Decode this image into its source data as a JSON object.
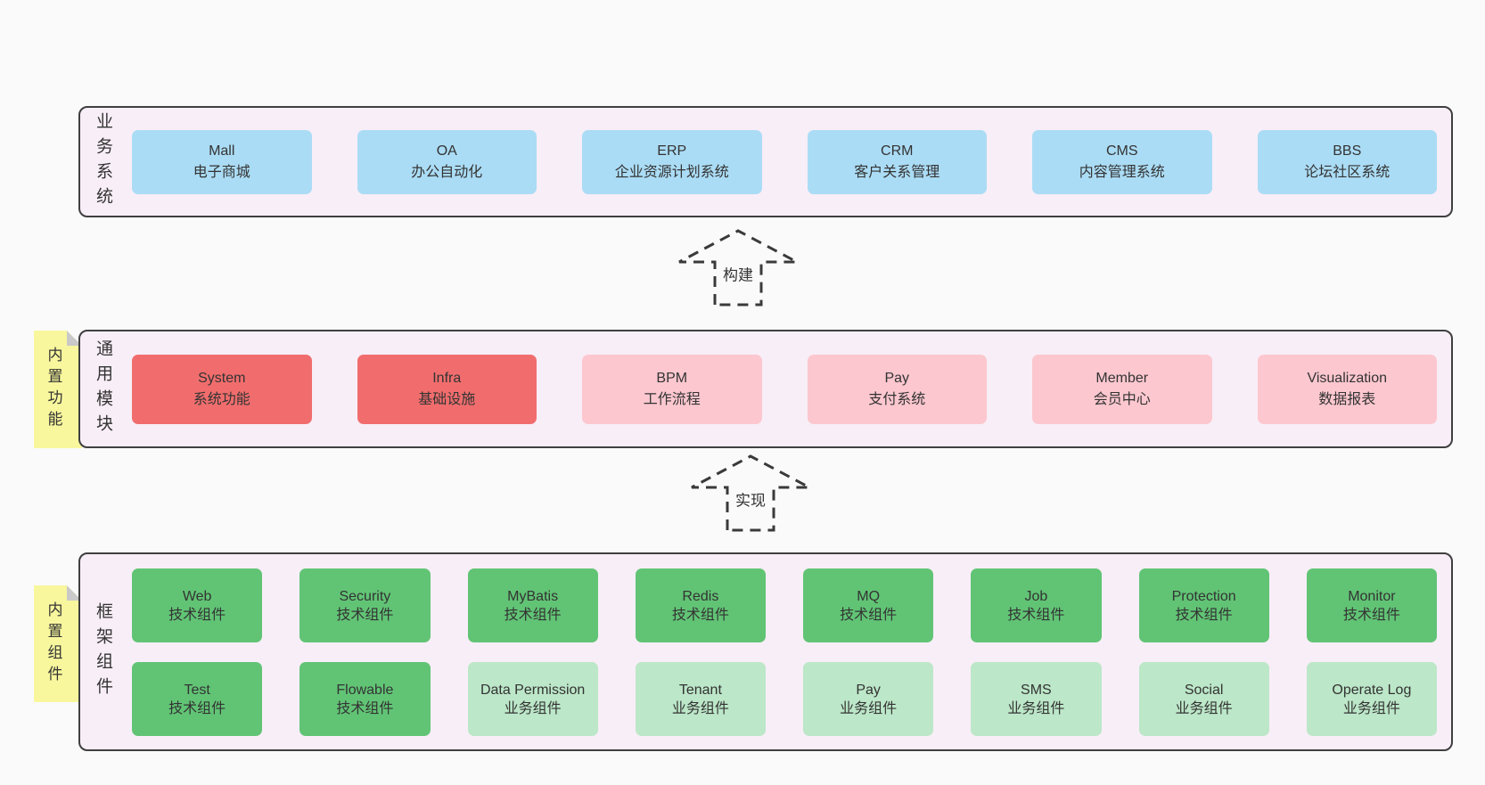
{
  "colors": {
    "page_bg": "#fafafa",
    "panel_bg": "#f8eef7",
    "panel_border": "#3f3f3f",
    "blue": "#abdcf5",
    "red": "#f16d6d",
    "pink": "#fcc7cf",
    "green": "#61c475",
    "green_light": "#bce7c8",
    "sticky_yellow": "#f8f79d",
    "fold_gray": "#c9c9c9",
    "text": "#333333"
  },
  "layers": {
    "business": {
      "side_label": "业务系统",
      "boxes": [
        {
          "title": "Mall",
          "subtitle": "电子商城",
          "variant": "blue"
        },
        {
          "title": "OA",
          "subtitle": "办公自动化",
          "variant": "blue"
        },
        {
          "title": "ERP",
          "subtitle": "企业资源计划系统",
          "variant": "blue"
        },
        {
          "title": "CRM",
          "subtitle": "客户关系管理",
          "variant": "blue"
        },
        {
          "title": "CMS",
          "subtitle": "内容管理系统",
          "variant": "blue"
        },
        {
          "title": "BBS",
          "subtitle": "论坛社区系统",
          "variant": "blue"
        }
      ]
    },
    "modules": {
      "side_label": "通用模块",
      "sticky_label": "内置功能",
      "boxes": [
        {
          "title": "System",
          "subtitle": "系统功能",
          "variant": "red"
        },
        {
          "title": "Infra",
          "subtitle": "基础设施",
          "variant": "red"
        },
        {
          "title": "BPM",
          "subtitle": "工作流程",
          "variant": "pink"
        },
        {
          "title": "Pay",
          "subtitle": "支付系统",
          "variant": "pink"
        },
        {
          "title": "Member",
          "subtitle": "会员中心",
          "variant": "pink"
        },
        {
          "title": "Visualization",
          "subtitle": "数据报表",
          "variant": "pink"
        }
      ]
    },
    "components": {
      "side_label": "框架组件",
      "sticky_label": "内置组件",
      "row1": [
        {
          "title": "Web",
          "subtitle": "技术组件",
          "variant": "green"
        },
        {
          "title": "Security",
          "subtitle": "技术组件",
          "variant": "green"
        },
        {
          "title": "MyBatis",
          "subtitle": "技术组件",
          "variant": "green"
        },
        {
          "title": "Redis",
          "subtitle": "技术组件",
          "variant": "green"
        },
        {
          "title": "MQ",
          "subtitle": "技术组件",
          "variant": "green"
        },
        {
          "title": "Job",
          "subtitle": "技术组件",
          "variant": "green"
        },
        {
          "title": "Protection",
          "subtitle": "技术组件",
          "variant": "green"
        },
        {
          "title": "Monitor",
          "subtitle": "技术组件",
          "variant": "green"
        }
      ],
      "row2": [
        {
          "title": "Test",
          "subtitle": "技术组件",
          "variant": "green"
        },
        {
          "title": "Flowable",
          "subtitle": "技术组件",
          "variant": "green"
        },
        {
          "title": "Data Permission",
          "subtitle": "业务组件",
          "variant": "green-light"
        },
        {
          "title": "Tenant",
          "subtitle": "业务组件",
          "variant": "green-light"
        },
        {
          "title": "Pay",
          "subtitle": "业务组件",
          "variant": "green-light"
        },
        {
          "title": "SMS",
          "subtitle": "业务组件",
          "variant": "green-light"
        },
        {
          "title": "Social",
          "subtitle": "业务组件",
          "variant": "green-light"
        },
        {
          "title": "Operate Log",
          "subtitle": "业务组件",
          "variant": "green-light"
        }
      ]
    }
  },
  "arrows": {
    "build": {
      "label": "构建"
    },
    "implement": {
      "label": "实现"
    }
  }
}
